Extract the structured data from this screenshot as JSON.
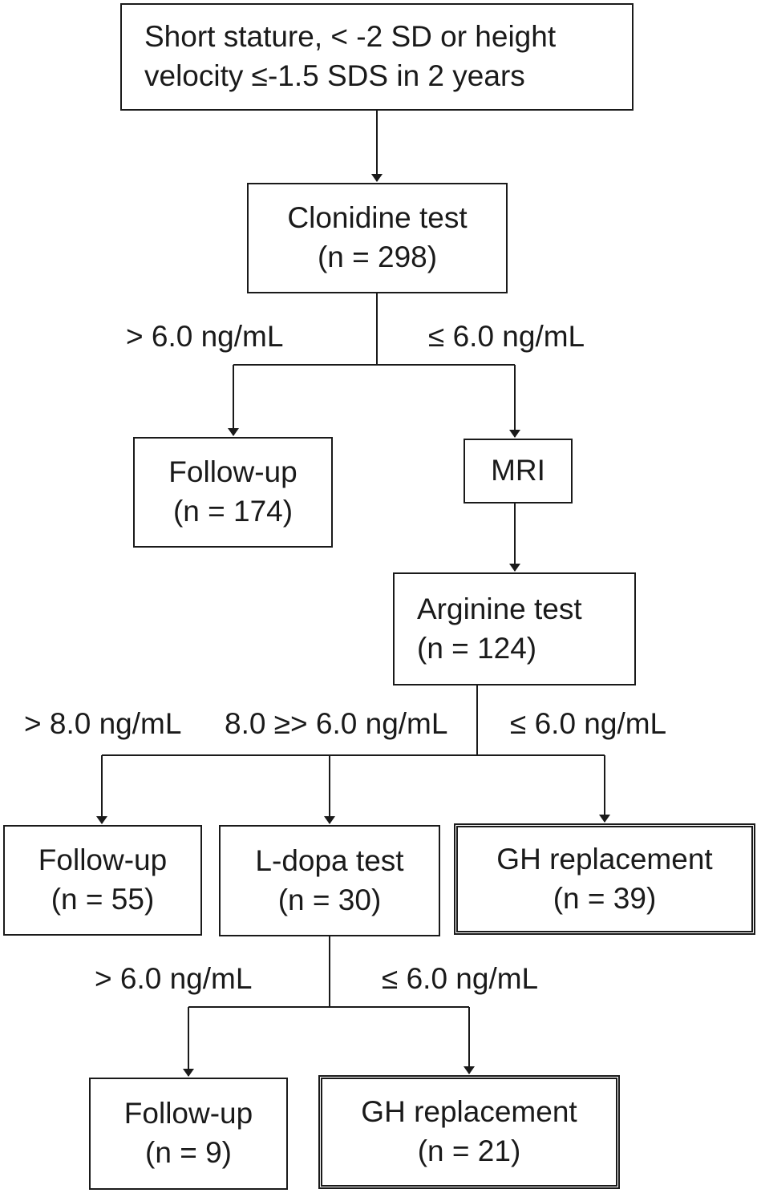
{
  "nodes": {
    "start": {
      "line1": "Short stature, < -2 SD or height",
      "line2": "velocity ≤-1.5 SDS in 2 years"
    },
    "clonidine": {
      "line1": "Clonidine test",
      "line2": "(n = 298)"
    },
    "followup1": {
      "line1": "Follow-up",
      "line2": "(n = 174)"
    },
    "mri": {
      "line1": "MRI"
    },
    "arginine": {
      "line1": "Arginine test",
      "line2": "(n = 124)"
    },
    "followup2": {
      "line1": "Follow-up",
      "line2": "(n = 55)"
    },
    "ldopa": {
      "line1": "L-dopa test",
      "line2": "(n = 30)"
    },
    "gh1": {
      "line1": "GH replacement",
      "line2": "(n = 39)"
    },
    "followup3": {
      "line1": "Follow-up",
      "line2": "(n = 9)"
    },
    "gh2": {
      "line1": "GH replacement",
      "line2": "(n = 21)"
    }
  },
  "edge_labels": {
    "clonidine_high": "> 6.0 ng/mL",
    "clonidine_low": "≤ 6.0 ng/mL",
    "arginine_high": "> 8.0 ng/mL",
    "arginine_mid": "8.0 ≥> 6.0 ng/mL",
    "arginine_low": "≤ 6.0 ng/mL",
    "ldopa_high": "> 6.0 ng/mL",
    "ldopa_low": "≤ 6.0 ng/mL"
  }
}
